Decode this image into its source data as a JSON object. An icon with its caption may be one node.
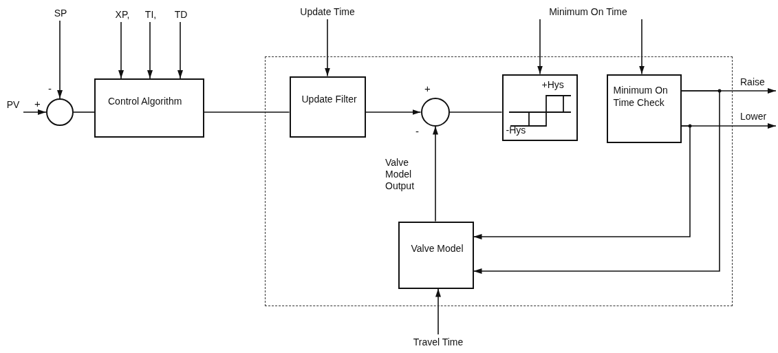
{
  "diagram": {
    "nodes": [
      {
        "text": [
          "PV"
        ]
      },
      {
        "text": [
          "SP"
        ]
      },
      {
        "text": [
          "XP,"
        ]
      },
      {
        "text": [
          "TI,"
        ]
      },
      {
        "text": [
          "TD"
        ]
      },
      {
        "text": [],
        "shape": "circle"
      },
      {
        "text": [
          "Control Algorithm"
        ]
      },
      {
        "text": [],
        "shape": "box"
      },
      {
        "text": [
          "Update Time"
        ]
      },
      {
        "text": [
          "Update Filter"
        ],
        "in": 7
      },
      {
        "text": [],
        "shape": "circle",
        "in": 7
      },
      {
        "text": [
          "+Hys",
          "-Hys"
        ],
        "in": 7
      },
      {
        "text": [
          "Minimum On Time"
        ]
      },
      {
        "text": [
          "Minimum On Time Check"
        ],
        "in": 7
      },
      {
        "text": [
          "Valve Model"
        ],
        "in": 7
      },
      {
        "text": [
          "Travel Time"
        ]
      }
    ],
    "edges": [
      {
        "from": 0,
        "to": 5,
        "arrow": "to"
      },
      {
        "from": 1,
        "to": 5,
        "arrow": "to"
      },
      {
        "from": 5,
        "to": 6,
        "arrow": "none"
      },
      {
        "from": 2,
        "to": 6,
        "arrow": "to"
      },
      {
        "from": 3,
        "to": 6,
        "arrow": "to"
      },
      {
        "from": 4,
        "to": 6,
        "arrow": "to"
      },
      {
        "from": 6,
        "to": 9,
        "arrow": "none"
      },
      {
        "from": 8,
        "to": 9,
        "arrow": "to"
      },
      {
        "from": 9,
        "to": 10,
        "arrow": "to"
      },
      {
        "from": 10,
        "to": 11,
        "arrow": "none"
      },
      {
        "from": 12,
        "to": 11,
        "arrow": "to"
      },
      {
        "from": 12,
        "to": 13,
        "arrow": "to"
      },
      {
        "from": 13,
        "to": null,
        "label": "Raise",
        "arrow": "to"
      },
      {
        "from": 13,
        "to": null,
        "label": "Lower",
        "arrow": "to"
      },
      {
        "from": 13,
        "to": 14,
        "arrow": "to"
      },
      {
        "from": 13,
        "to": 14,
        "arrow": "to"
      },
      {
        "from": 14,
        "to": 10,
        "label": "Valve Model Output",
        "arrow": "to"
      },
      {
        "from": 15,
        "to": 14,
        "arrow": "to"
      }
    ],
    "labels": [
      "-",
      "+",
      "+",
      "-"
    ]
  }
}
